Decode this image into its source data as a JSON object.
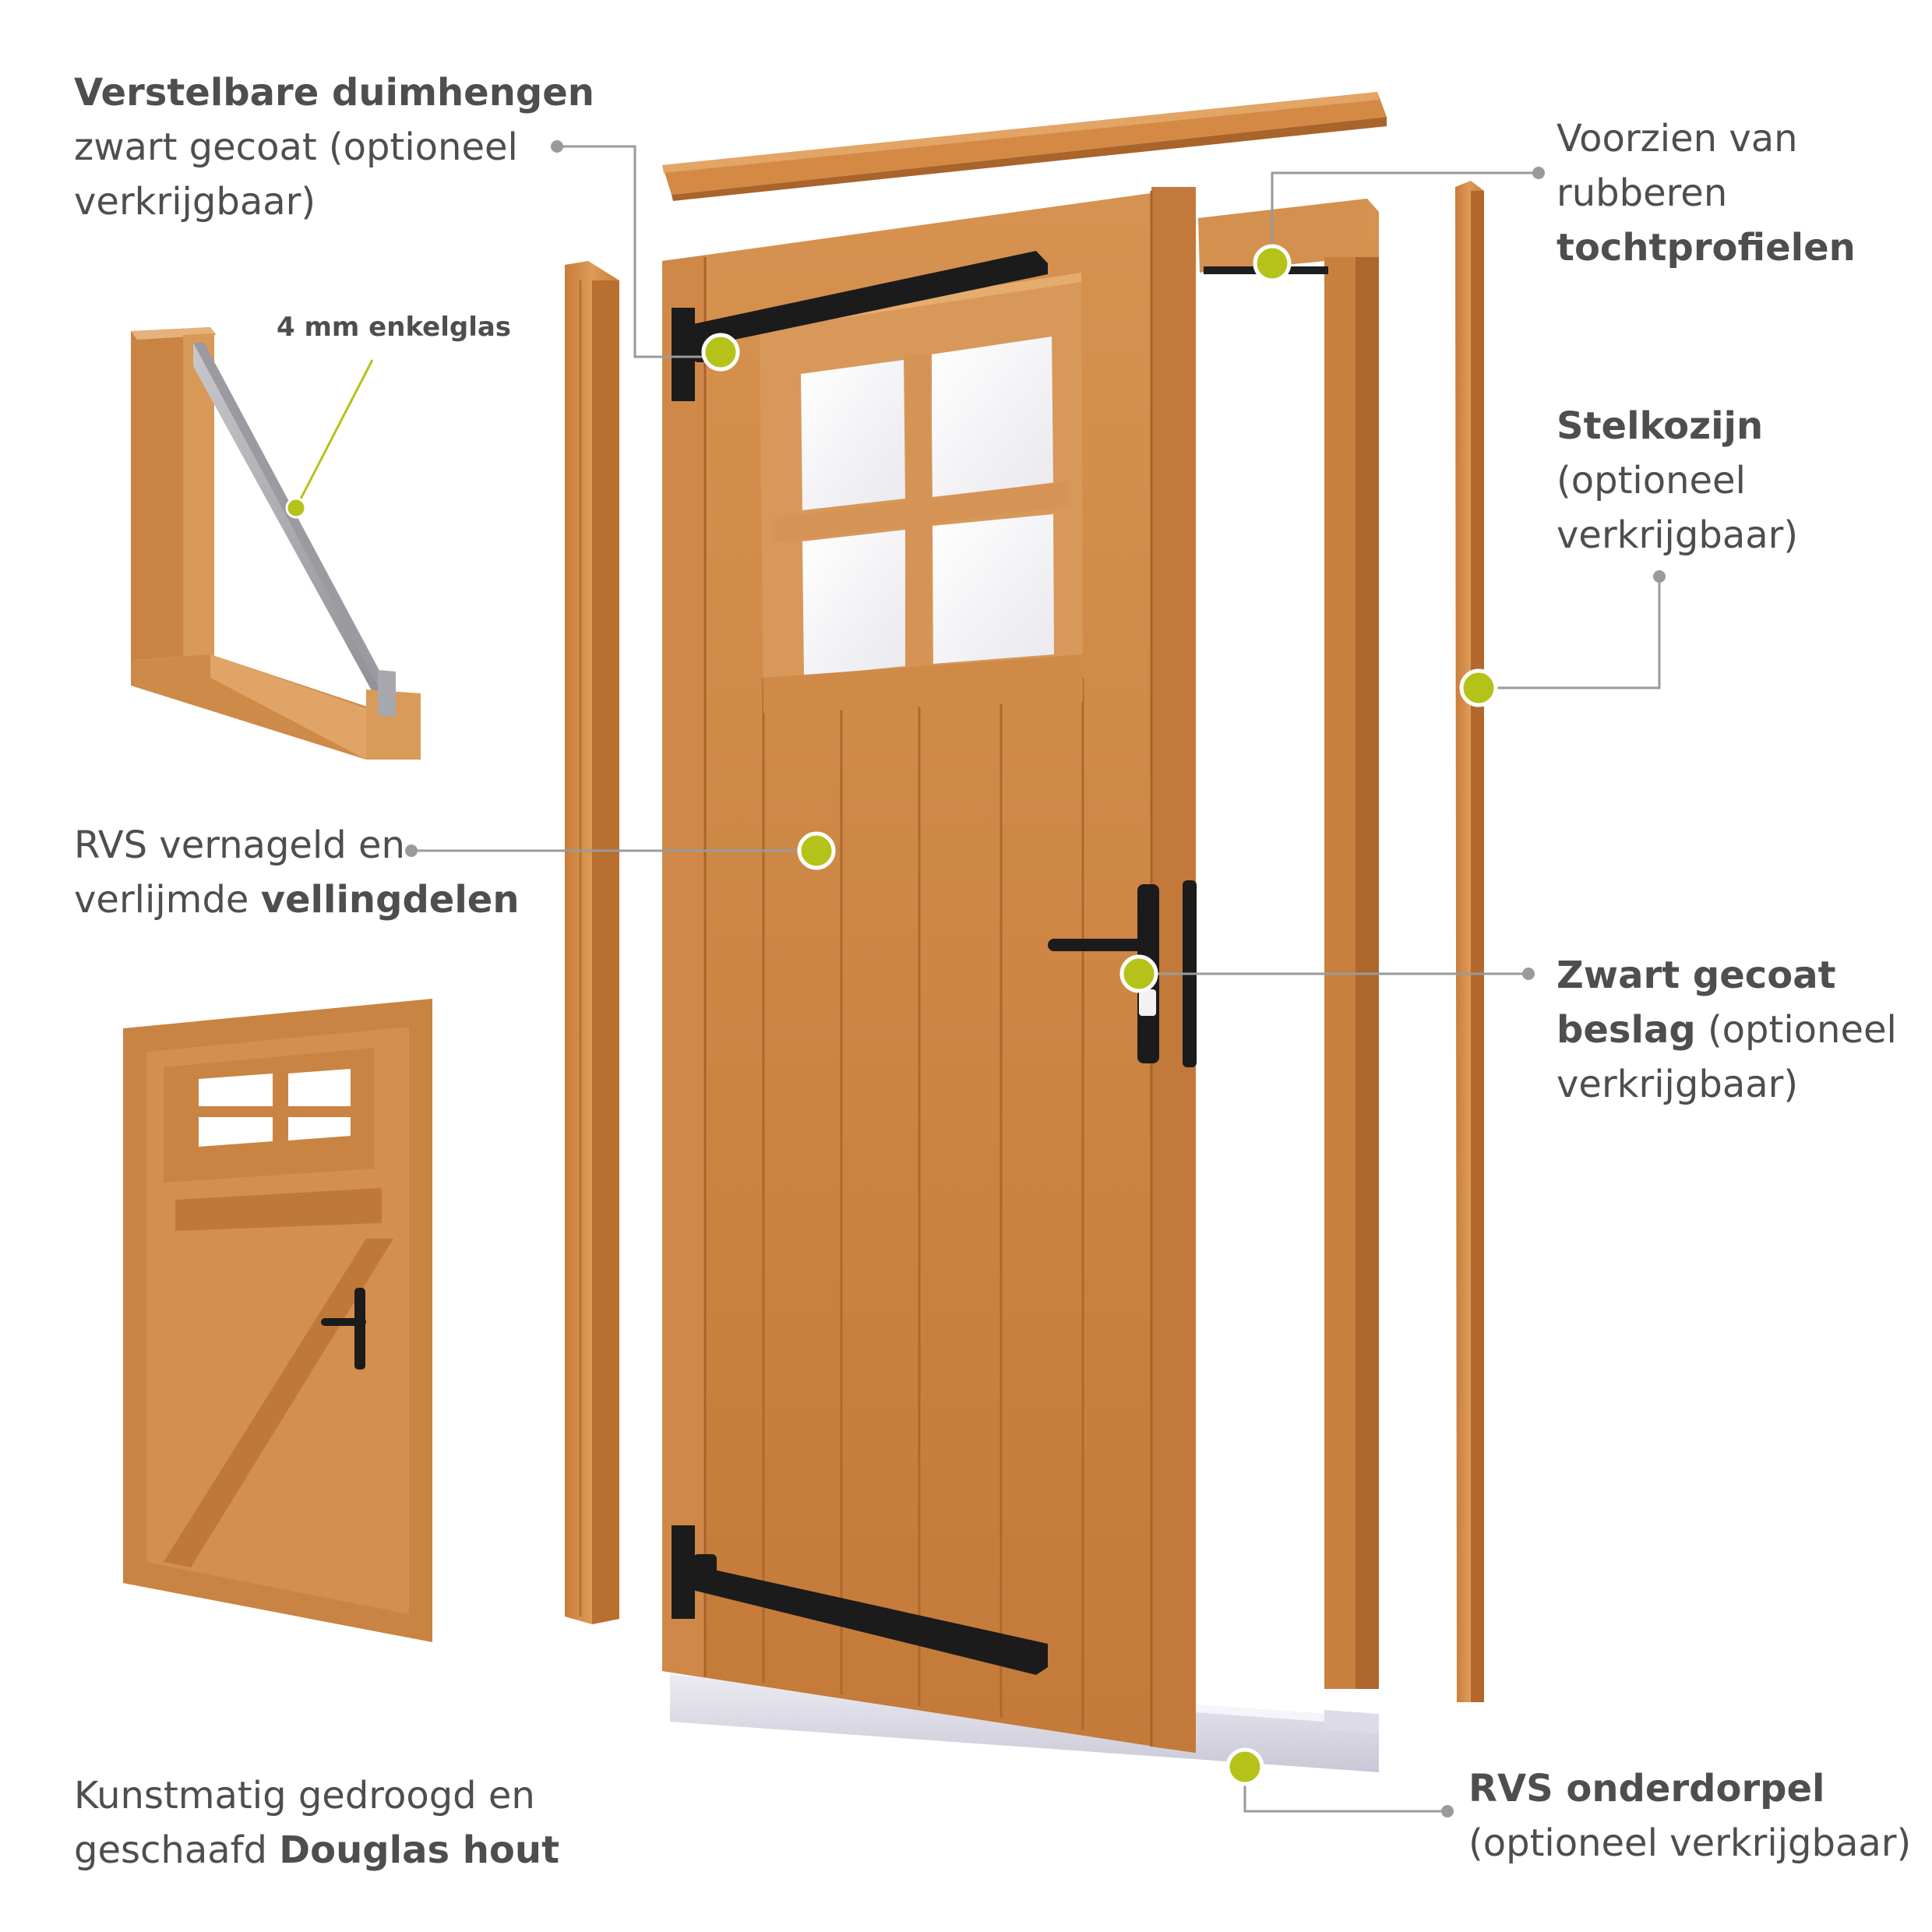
{
  "labels": {
    "hinges": {
      "title": "Verstelbare duimhengen",
      "line2": "zwart gecoat (optioneel",
      "line3": "verkrijgbaar)"
    },
    "glass": {
      "text": "4 mm enkelglas"
    },
    "planks": {
      "line1": "RVS vernageld en",
      "line2_prefix": "verlijmde ",
      "line2_bold": "vellingdelen"
    },
    "wood": {
      "line1": "Kunstmatig gedroogd en",
      "line2_prefix": "geschaafd ",
      "line2_bold": "Douglas hout"
    },
    "seals": {
      "line1": "Voorzien van",
      "line2": "rubberen",
      "line3_bold": "tochtprofielen"
    },
    "frame": {
      "title": "Stelkozijn",
      "line2": "(optioneel",
      "line3": "verkrijgbaar)"
    },
    "hardware": {
      "line1_bold": "Zwart gecoat",
      "line2_bold": "beslag",
      "line2_suffix": " (optioneel",
      "line3": "verkrijgbaar)"
    },
    "threshold": {
      "title": "RVS onderdorpel",
      "line2": "(optioneel verkrijgbaar)"
    }
  },
  "colors": {
    "accent_dot": "#b5c21a",
    "wood": "#d58d47",
    "wood_dark": "#b8702f",
    "text": "#4e4e4e",
    "leader_line": "#9a9a9a",
    "hardware": "#1b1b1b",
    "steel": "#d9d8e4"
  }
}
